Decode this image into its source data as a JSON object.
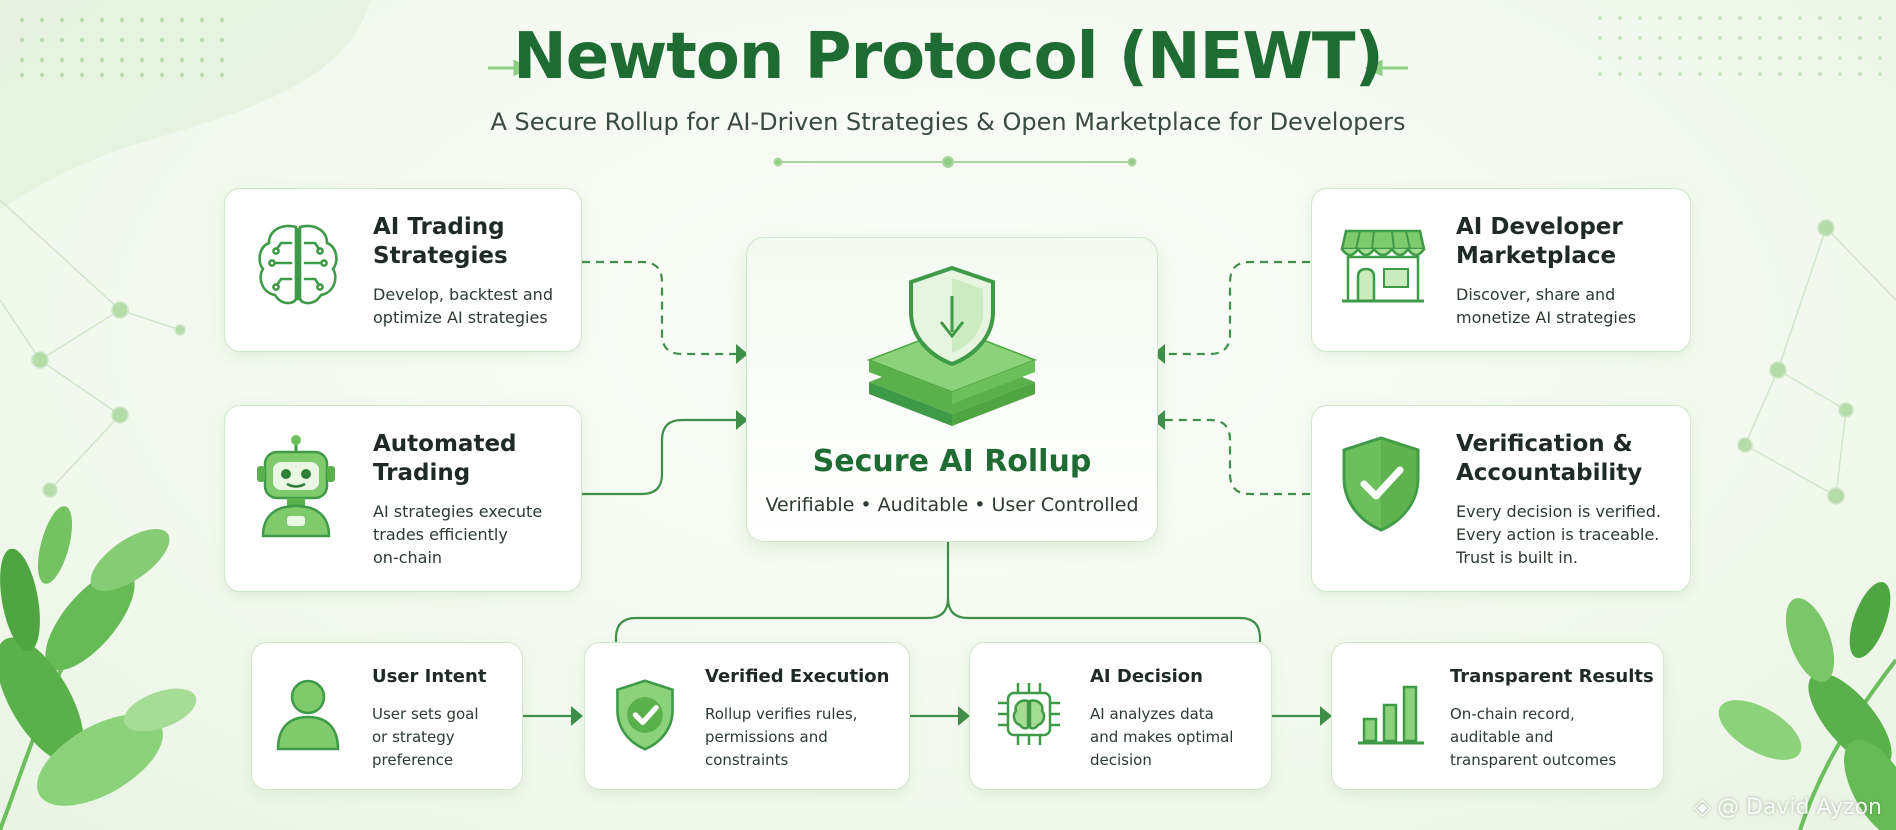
{
  "header": {
    "title": "Newton Protocol (NEWT)",
    "subtitle": "A Secure Rollup for AI-Driven Strategies & Open Marketplace for Developers"
  },
  "center": {
    "title": "Secure AI Rollup",
    "subtitle": "Verifiable • Auditable • User Controlled"
  },
  "left_cards": [
    {
      "title": "AI Trading\nStrategies",
      "description": "Develop, backtest and\noptimize AI strategies",
      "icon": "brain-circuit-icon"
    },
    {
      "title": "Automated\nTrading",
      "description": "AI strategies execute\ntrades efficiently\non-chain",
      "icon": "robot-icon"
    }
  ],
  "right_cards": [
    {
      "title": "AI Developer\nMarketplace",
      "description": "Discover, share and\nmonetize AI strategies",
      "icon": "storefront-icon"
    },
    {
      "title": "Verification &\nAccountability",
      "description": "Every decision is verified.\nEvery action is traceable.\nTrust is built in.",
      "icon": "shield-check-icon"
    }
  ],
  "flow_steps": [
    {
      "title": "User Intent",
      "description": "User sets goal\nor strategy\npreference",
      "icon": "user-icon"
    },
    {
      "title": "Verified Execution",
      "description": "Rollup verifies rules,\npermissions and\nconstraints",
      "icon": "shield-check-icon"
    },
    {
      "title": "AI Decision",
      "description": "AI analyzes data\nand makes optimal\ndecision",
      "icon": "ai-chip-icon"
    },
    {
      "title": "Transparent Results",
      "description": "On-chain record,\nauditable and\ntransparent outcomes",
      "icon": "bar-chart-icon"
    }
  ],
  "watermark": "@ David Ayzon",
  "colors": {
    "primary": "#1f6b34",
    "accent": "#4caf50",
    "light_accent": "#cfe6c8",
    "background": "#f3f9ef"
  }
}
